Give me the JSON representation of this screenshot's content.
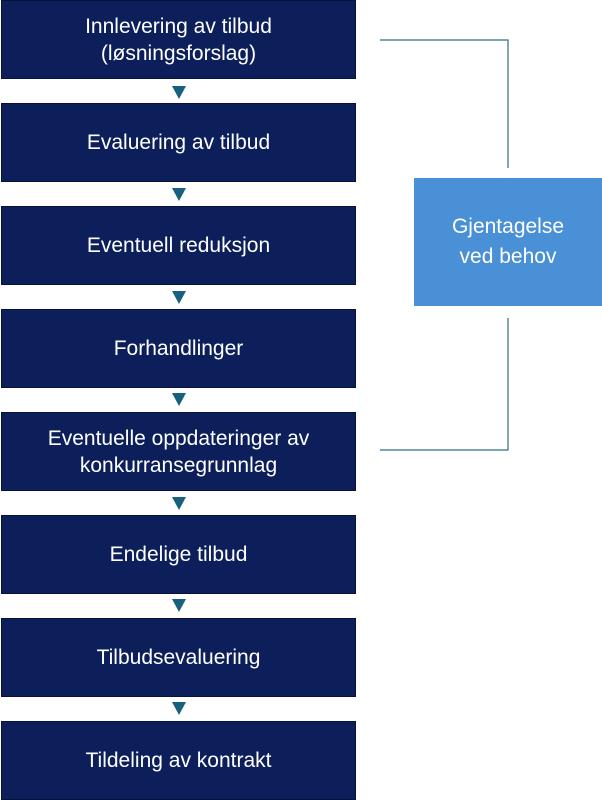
{
  "steps": [
    "Innlevering av tilbud\n(løsningsforslag)",
    "Evaluering av tilbud",
    "Eventuell reduksjon",
    "Forhandlinger",
    "Eventuelle oppdateringer av\nkonkurransegrunnlag",
    "Endelige tilbud",
    "Tilbudsevaluering",
    "Tildeling av kontrakt"
  ],
  "side_box": {
    "label": "Gjentagelse\nved behov"
  },
  "colors": {
    "step_fill": "#0c1f5b",
    "arrow": "#17607e",
    "side_box_fill": "#4a90d6",
    "connector": "#2f6f86"
  }
}
